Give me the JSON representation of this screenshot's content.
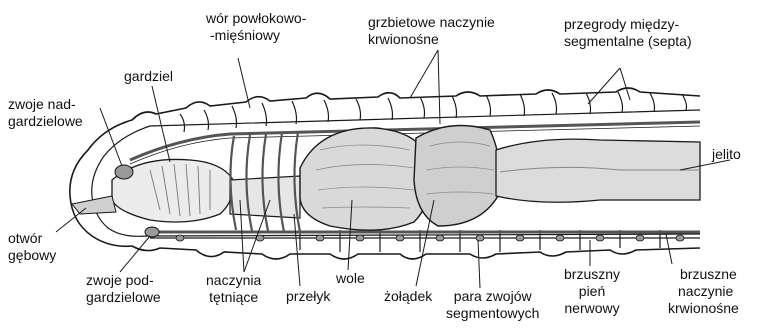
{
  "labels": {
    "zwoje_nad": [
      "zwoje nad-",
      "gardzielowe"
    ],
    "gardziel": "gardziel",
    "wor": [
      "wór powłokowo-",
      "-mięśniowy"
    ],
    "grzbietowe": [
      "grzbietowe naczynie",
      "krwionośne"
    ],
    "przegrody": [
      "przegrody między-",
      "segmentalne (septa)"
    ],
    "jelito": "jelito",
    "otwor": [
      "otwór",
      "gębowy"
    ],
    "zwoje_pod": [
      "zwoje pod-",
      "gardzielowe"
    ],
    "naczynia": [
      "naczynia",
      "tętniące"
    ],
    "przelyk": "przełyk",
    "wole": "wole",
    "zoladek": "żołądek",
    "para": [
      "para zwojów",
      "segmentowych"
    ],
    "brzuszny_pien": [
      "brzuszny",
      "pień",
      "nerwowy"
    ],
    "brzuszne_naczynie": [
      "brzuszne",
      "naczynie",
      "krwionośne"
    ]
  },
  "colors": {
    "outline": "#1a1a1a",
    "gut_fill": "#d9d9d9",
    "gut_dark": "#bdbdbd",
    "body_fill": "#ffffff",
    "vessel": "#555555"
  }
}
